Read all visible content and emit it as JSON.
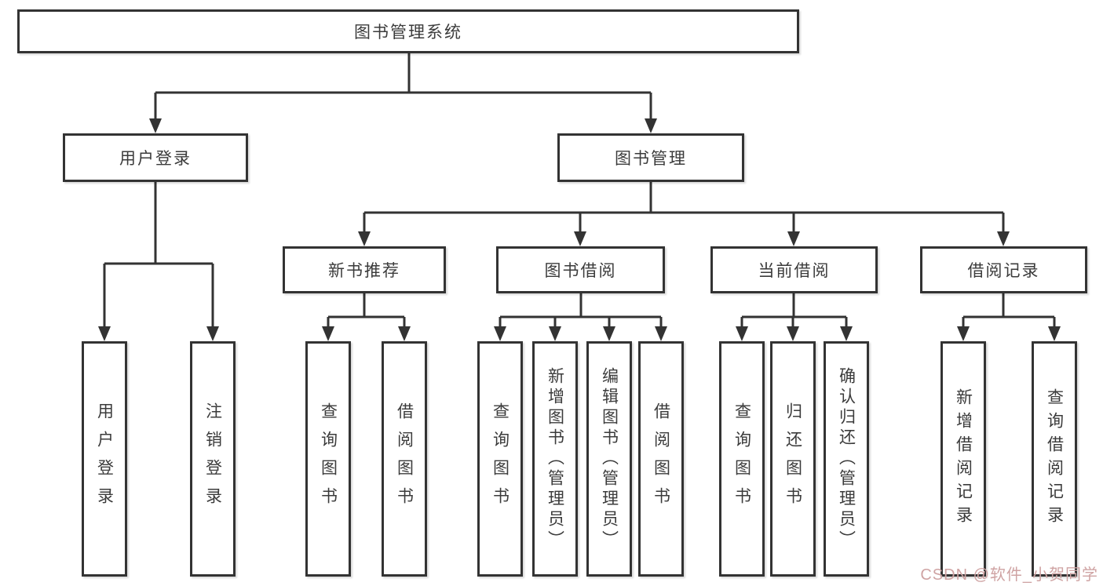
{
  "tree": {
    "label": "图书管理系统",
    "children": [
      {
        "label": "用户登录",
        "children": [
          {
            "label": "用户登录"
          },
          {
            "label": "注销登录"
          }
        ]
      },
      {
        "label": "图书管理",
        "children": [
          {
            "label": "新书推荐",
            "children": [
              {
                "label": "查询图书"
              },
              {
                "label": "借阅图书"
              }
            ]
          },
          {
            "label": "图书借阅",
            "children": [
              {
                "label": "查询图书"
              },
              {
                "label": "新增图书（管理员）"
              },
              {
                "label": "编辑图书（管理员）"
              },
              {
                "label": "借阅图书"
              }
            ]
          },
          {
            "label": "当前借阅",
            "children": [
              {
                "label": "查询图书"
              },
              {
                "label": "归还图书"
              },
              {
                "label": "确认归还（管理员）"
              }
            ]
          },
          {
            "label": "借阅记录",
            "children": [
              {
                "label": "新增借阅记录"
              },
              {
                "label": "查询借阅记录"
              }
            ]
          }
        ]
      }
    ]
  },
  "watermark": {
    "text": "CSDN @软件_小贺同学"
  },
  "colors": {
    "line": "#333333",
    "box_border": "#333333",
    "box_fill": "#ffffff",
    "text": "#3b3b3b",
    "watermark": "#cfa3a3",
    "background": "#ffffff"
  }
}
